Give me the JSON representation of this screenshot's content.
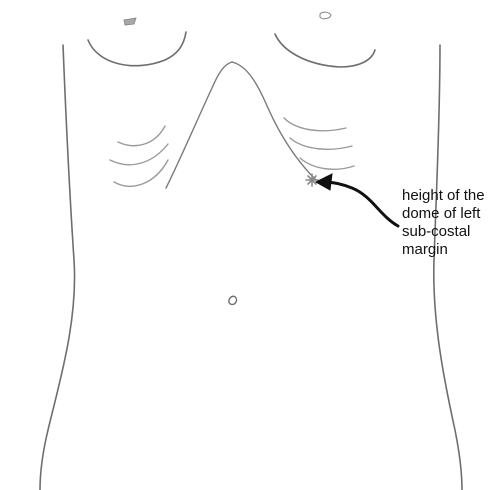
{
  "annotation": {
    "lines": [
      "height of the",
      "dome of left",
      "sub-costal",
      "margin"
    ]
  },
  "colors": {
    "sketch_line": "#6e6e6e",
    "rib_line": "#9a9a9a",
    "arrow": "#111111",
    "marker": "#8a8a8a"
  }
}
